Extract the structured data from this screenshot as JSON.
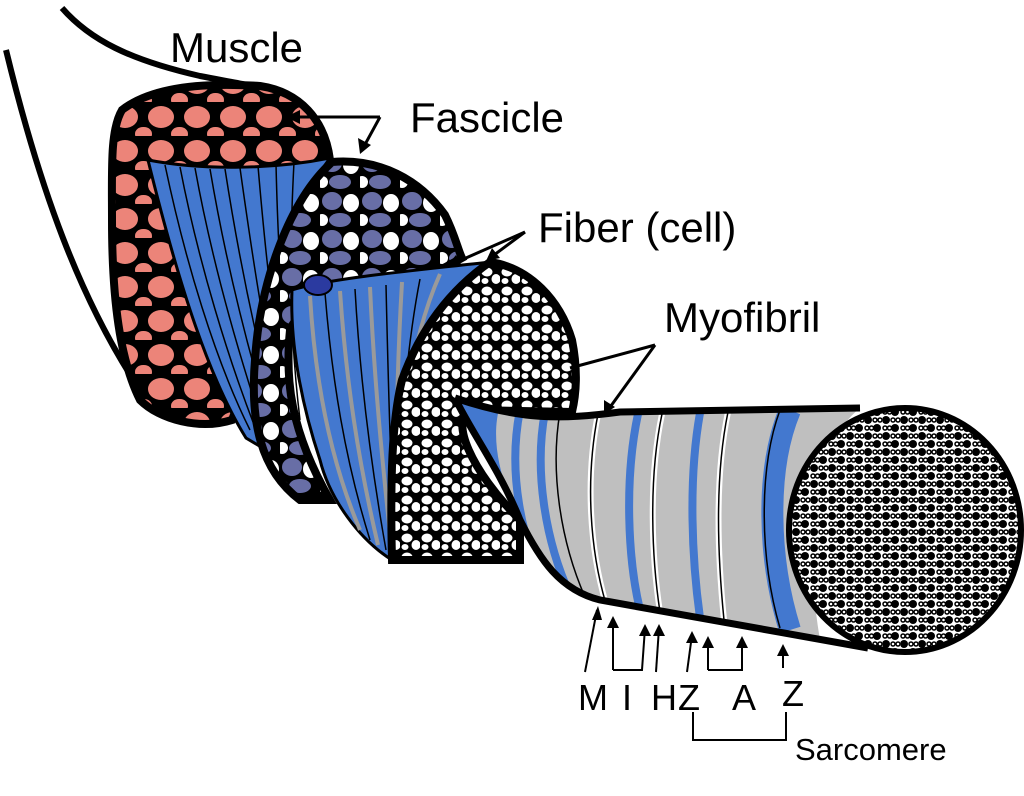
{
  "title": "Skeletal muscle structure hierarchy",
  "labels": {
    "muscle": "Muscle",
    "fascicle": "Fascicle",
    "fiber": "Fiber (cell)",
    "myofibril": "Myofibril",
    "sarcomere": "Sarcomere"
  },
  "bands": {
    "m": "M",
    "i": "I",
    "h": "H",
    "z1": "Z",
    "a": "A",
    "z2": "Z"
  },
  "colors": {
    "muscle_fill": "#ec8479",
    "fascicle_fill": "#686ea6",
    "fiber_blue": "#4378cf",
    "myofibril_gray": "#bfbfbf",
    "nucleus": "#2b3aa0",
    "outline": "#000000"
  }
}
